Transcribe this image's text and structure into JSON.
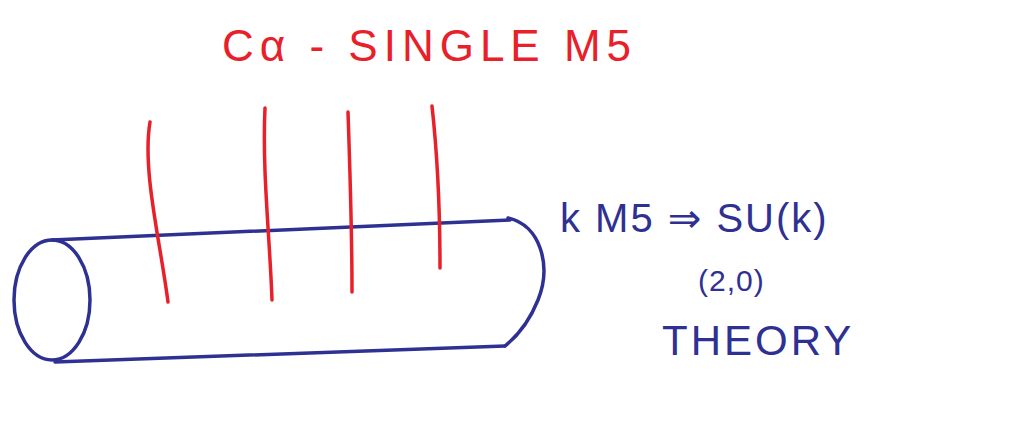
{
  "diagram": {
    "labels": [
      "Cα - SINGLE M5",
      "k M5 ⇒ SU(k)",
      "(2,0)",
      "THEORY"
    ]
  }
}
